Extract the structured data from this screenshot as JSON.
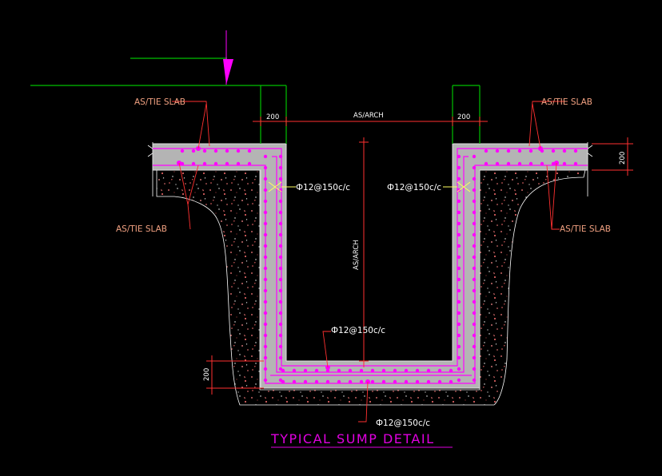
{
  "drawing": {
    "title": "TYPICAL SUMP DETAIL",
    "labels": {
      "tie_slab_top_left": "AS/TIE SLAB",
      "tie_slab_top_right": "AS/TIE SLAB",
      "tie_slab_bottom_left": "AS/TIE SLAB",
      "tie_slab_bottom_right": "AS/TIE SLAB"
    },
    "dimensions": {
      "wall_left": "200",
      "wall_right": "200",
      "inner_width": "AS/ARCH",
      "inner_depth": "AS/ARCH",
      "slab_thickness": "200",
      "base_thickness": "200"
    },
    "rebar": {
      "wall_left": "Ф12@150c/c",
      "wall_right": "Ф12@150c/c",
      "base_top": "Ф12@150c/c",
      "base_bottom": "Ф12@150c/c"
    },
    "colors": {
      "background": "#000000",
      "concrete": "#b4b4b4",
      "rebar": "#ff00ff",
      "label": "#f0a080",
      "level_line": "#00c000",
      "dimension": "#ff3030",
      "title": "#e000e0"
    }
  }
}
